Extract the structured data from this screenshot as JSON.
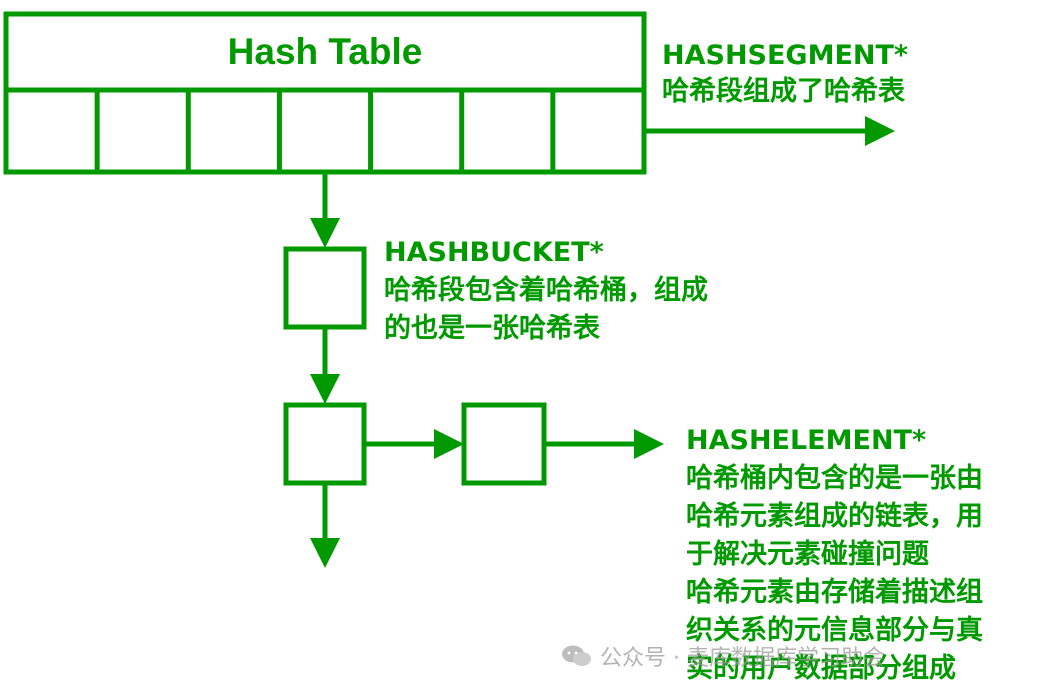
{
  "hash_table": {
    "title": "Hash Table",
    "slot_count": 7
  },
  "hash_segment": {
    "name": "HASHSEGMENT*",
    "description": "哈希段组成了哈希表"
  },
  "hash_bucket": {
    "name": "HASHBUCKET*",
    "description_lines": [
      "哈希段包含着哈希桶，组成",
      "的也是一张哈希表"
    ]
  },
  "hash_element": {
    "name": "HASHELEMENT*",
    "description_lines": [
      "哈希桶内包含的是一张由",
      "哈希元素组成的链表，用",
      "于解决元素碰撞问题",
      "哈希元素由存储着描述组",
      "织关系的元信息部分与真",
      "实的用户数据部分组成"
    ]
  },
  "watermark": {
    "text": "公众号 · 麦库数据库学习助会",
    "icon": "wechat-icon"
  },
  "colors": {
    "accent": "#009a00",
    "background": "#ffffff",
    "watermark": "#9a9a9a"
  }
}
